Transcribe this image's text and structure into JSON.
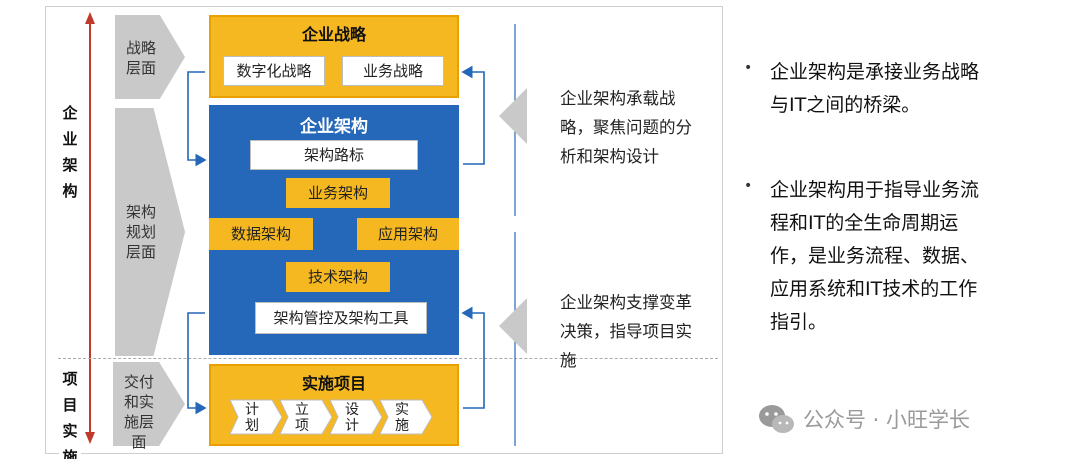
{
  "left_labels": {
    "enterprise_architecture": "企业架构",
    "project_implementation": "项目实施"
  },
  "levels": {
    "strategy": "战略层面",
    "planning": "架构规划层面",
    "delivery": "交付和实施层面"
  },
  "strategy_box": {
    "title": "企业战略",
    "items": [
      "数字化战略",
      "业务战略"
    ]
  },
  "architecture_box": {
    "title": "企业架构",
    "roadmap": "架构路标",
    "business": "业务架构",
    "data": "数据架构",
    "application": "应用架构",
    "technology": "技术架构",
    "governance": "架构管控及架构工具"
  },
  "project_box": {
    "title": "实施项目",
    "steps": [
      "计划",
      "立项",
      "设计",
      "实施"
    ]
  },
  "descriptions": {
    "top": "企业架构承载战略，聚焦问题的分析和架构设计",
    "bottom": "企业架构支撑变革决策，指导项目实施"
  },
  "bullets": [
    "企业架构是承接业务战略与IT之间的桥梁。",
    "企业架构用于指导业务流程和IT的全生命周期运作，是业务流程、数据、应用系统和IT技术的工作指引。"
  ],
  "watermark": "公众号 · 小旺学长",
  "colors": {
    "orange": "#f5b820",
    "blue": "#2567b8",
    "gray": "#c9c9c9",
    "red": "#c0392b"
  }
}
